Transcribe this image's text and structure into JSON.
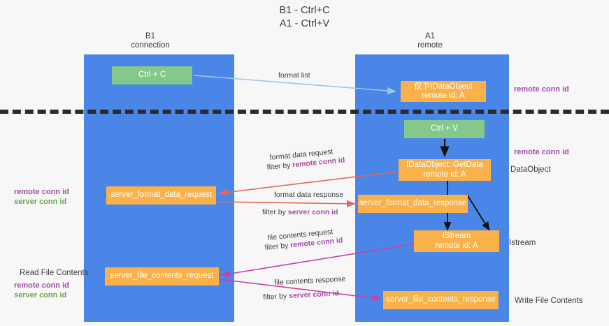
{
  "title": "B1 - Ctrl+C\nA1 - Ctrl+V",
  "columns": {
    "left": "B1\nconnection",
    "right": "A1\nremote"
  },
  "boxes": {
    "ctrl_c": "Ctrl + C",
    "ctrl_v": "Ctrl + V",
    "data_object": "仅ㄗIDataObject\nremote id: A",
    "get_data": "IDataObject::GetData\nremote id: A",
    "istream": "IStream\nremote id: A",
    "server_format_data_request": "server_format_data_request",
    "server_format_data_response": "server_format_data_response",
    "server_file_contents_request": "server_file_contents_request",
    "server_file_contents_response": "server_file_contents_response"
  },
  "side_labels": {
    "remote_conn_id_top": "remote conn id",
    "remote_conn_id_mid": "remote conn id",
    "data_object": "DataObject",
    "istream": "Istream",
    "write_file_contents": "Write File Contents",
    "read_file_contents": "Read File Contents"
  },
  "legend": {
    "remote_conn_id": "remote conn id",
    "server_conn_id": "server conn id"
  },
  "arrow_labels": {
    "format_list": "format list",
    "format_data_request": "format data request",
    "format_data_request_filter_prefix": "filter by ",
    "format_data_request_filter_key": "remote conn id",
    "format_data_response": "format data response",
    "format_data_response_filter_prefix": "filter by ",
    "format_data_response_filter_key": "server conn id",
    "file_contents_request": "file contents request",
    "file_contents_request_filter_prefix": "filter by ",
    "file_contents_request_filter_key": "remote conn id",
    "file_contents_response": "file contents response",
    "file_contents_response_filter_prefix": "filter by ",
    "file_contents_response_filter_key": "server conn id"
  },
  "colors": {
    "lane": "#4a86e8",
    "green_box": "#84c98b",
    "orange_box": "#fbb149",
    "purple_text": "#a64ca6",
    "green_text": "#6aa84f",
    "red_arrow": "#e8675a",
    "magenta_arrow": "#cc3fa6",
    "light_blue_arrow": "#9fc5e8",
    "black_arrow": "#000000",
    "background": "#f7f7f7"
  }
}
